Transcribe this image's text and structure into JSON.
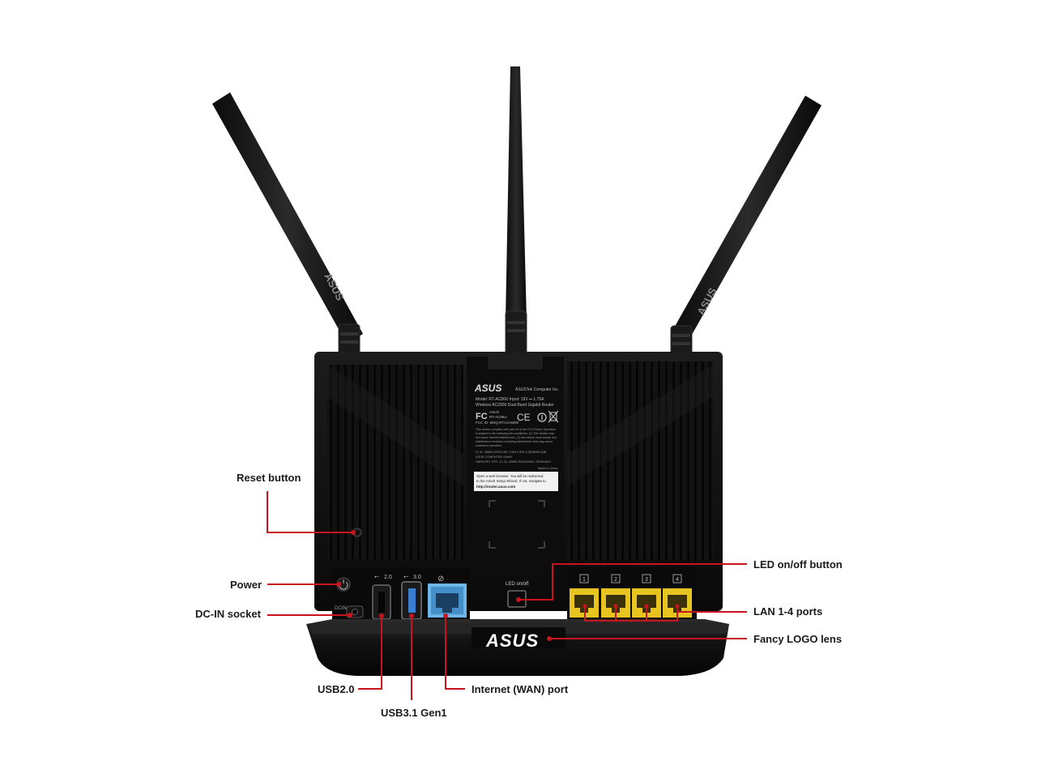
{
  "callouts": {
    "reset": "Reset button",
    "power": "Power",
    "dcin": "DC-IN socket",
    "usb2": "USB2.0",
    "usb3": "USB3.1 Gen1",
    "wan": "Internet (WAN) port",
    "led": "LED on/off button",
    "lan": "LAN 1-4 ports",
    "logo": "Fancy LOGO lens"
  },
  "router": {
    "brand_logo": "ASUS",
    "antenna_logo": "ASUS",
    "panel_led_label": "LED on/off",
    "usb2_marking": "2.0",
    "usb3_marking": "3.0",
    "dcin_marking": "DCIN",
    "lan_numbers": [
      "1",
      "2",
      "3",
      "4"
    ],
    "sticker": {
      "company": "ASUSTek Computer Inc.",
      "model_line": "Model: RT-AC86U      Input: 19V ⎓ 1.75A",
      "desc_line": "Wireless AC2900 Dual Band Gigabit Router",
      "fcc_line1": "ASUS",
      "fcc_line2": "RT-AC86U",
      "fcc_line3": "FCC ID: MSQ-RTACHM00",
      "compliance1": "This device complies with part 15 of the FCC Rules. Operation",
      "compliance2": "is subject to the following two conditions: (1) This device may",
      "compliance3": "not cause harmful interference, (2) this device must accept any",
      "compliance4": "interference received, including interference that may cause",
      "compliance5": "undesired operation.",
      "ic_line": "IC ID: 3568A-RTACHM / CAN ICES-3 (B)/NMB-3(B)",
      "eu_line1": "ASUS COMPUTER GmbH",
      "eu_line2": "HARKORT STR. 21-23, 40880 RATINGEN, GERMANY",
      "made_in": "Made in China",
      "setup1": "Open a web browser. You will be redirected",
      "setup2": "to the ASUS Setup Wizard. If not, navigate to",
      "setup3": "http://router.asus.com"
    }
  },
  "colors": {
    "callout_line": "#c8141e",
    "body": "#111111",
    "lan_port": "#e8c420",
    "wan_port": "#5aa6dc",
    "usb3_port": "#3a7fd0"
  }
}
